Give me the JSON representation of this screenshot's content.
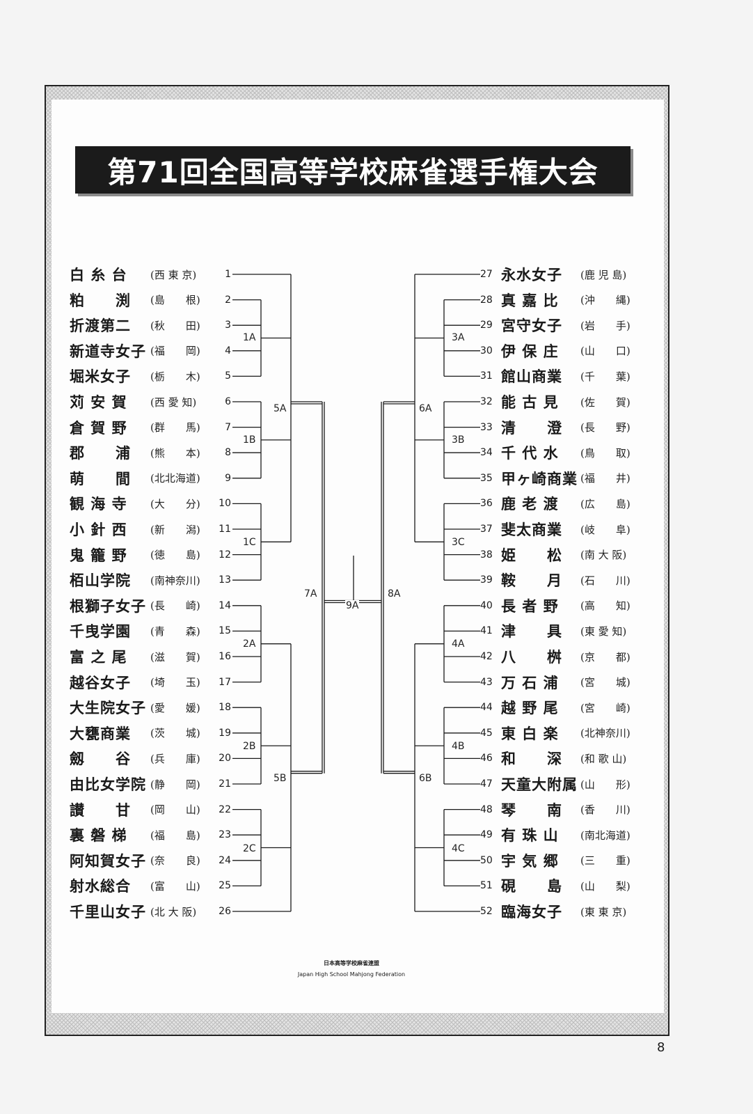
{
  "title": "第71回全国高等学校麻雀選手権大会",
  "teams_left": [
    {
      "num": "1",
      "name": "白 糸 台",
      "pref": "(西 東 京)"
    },
    {
      "num": "2",
      "name": "粕　　渕",
      "pref": "(島　　根)"
    },
    {
      "num": "3",
      "name": "折渡第二",
      "pref": "(秋　　田)"
    },
    {
      "num": "4",
      "name": "新道寺女子",
      "pref": "(福　　岡)"
    },
    {
      "num": "5",
      "name": "堀米女子",
      "pref": "(栃　　木)"
    },
    {
      "num": "6",
      "name": "苅 安 賀",
      "pref": "(西 愛 知)"
    },
    {
      "num": "7",
      "name": "倉 賀 野",
      "pref": "(群　　馬)"
    },
    {
      "num": "8",
      "name": "郡　　浦",
      "pref": "(熊　　本)"
    },
    {
      "num": "9",
      "name": "萌　　間",
      "pref": "(北北海道)"
    },
    {
      "num": "10",
      "name": "観 海 寺",
      "pref": "(大　　分)"
    },
    {
      "num": "11",
      "name": "小 針 西",
      "pref": "(新　　潟)"
    },
    {
      "num": "12",
      "name": "鬼 籠 野",
      "pref": "(徳　　島)"
    },
    {
      "num": "13",
      "name": "栢山学院",
      "pref": "(南神奈川)"
    },
    {
      "num": "14",
      "name": "根獅子女子",
      "pref": "(長　　崎)"
    },
    {
      "num": "15",
      "name": "千曳学園",
      "pref": "(青　　森)"
    },
    {
      "num": "16",
      "name": "富 之 尾",
      "pref": "(滋　　賀)"
    },
    {
      "num": "17",
      "name": "越谷女子",
      "pref": "(埼　　玉)"
    },
    {
      "num": "18",
      "name": "大生院女子",
      "pref": "(愛　　媛)"
    },
    {
      "num": "19",
      "name": "大甕商業",
      "pref": "(茨　　城)"
    },
    {
      "num": "20",
      "name": "劔　　谷",
      "pref": "(兵　　庫)"
    },
    {
      "num": "21",
      "name": "由比女学院",
      "pref": "(静　　岡)"
    },
    {
      "num": "22",
      "name": "讃　　甘",
      "pref": "(岡　　山)"
    },
    {
      "num": "23",
      "name": "裏 磐 梯",
      "pref": "(福　　島)"
    },
    {
      "num": "24",
      "name": "阿知賀女子",
      "pref": "(奈　　良)"
    },
    {
      "num": "25",
      "name": "射水総合",
      "pref": "(富　　山)"
    },
    {
      "num": "26",
      "name": "千里山女子",
      "pref": "(北 大 阪)"
    }
  ],
  "teams_right": [
    {
      "num": "27",
      "name": "永水女子",
      "pref": "(鹿 児 島)"
    },
    {
      "num": "28",
      "name": "真 嘉 比",
      "pref": "(沖　　縄)"
    },
    {
      "num": "29",
      "name": "宮守女子",
      "pref": "(岩　　手)"
    },
    {
      "num": "30",
      "name": "伊 保 庄",
      "pref": "(山　　口)"
    },
    {
      "num": "31",
      "name": "館山商業",
      "pref": "(千　　葉)"
    },
    {
      "num": "32",
      "name": "能 古 見",
      "pref": "(佐　　賀)"
    },
    {
      "num": "33",
      "name": "清　　澄",
      "pref": "(長　　野)"
    },
    {
      "num": "34",
      "name": "千 代 水",
      "pref": "(鳥　　取)"
    },
    {
      "num": "35",
      "name": "甲ヶ崎商業",
      "pref": "(福　　井)"
    },
    {
      "num": "36",
      "name": "鹿 老 渡",
      "pref": "(広　　島)"
    },
    {
      "num": "37",
      "name": "斐太商業",
      "pref": "(岐　　阜)"
    },
    {
      "num": "38",
      "name": "姫　　松",
      "pref": "(南 大 阪)"
    },
    {
      "num": "39",
      "name": "鞍　　月",
      "pref": "(石　　川)"
    },
    {
      "num": "40",
      "name": "長 者 野",
      "pref": "(高　　知)"
    },
    {
      "num": "41",
      "name": "津　　具",
      "pref": "(東 愛 知)"
    },
    {
      "num": "42",
      "name": "八　　桝",
      "pref": "(京　　都)"
    },
    {
      "num": "43",
      "name": "万 石 浦",
      "pref": "(宮　　城)"
    },
    {
      "num": "44",
      "name": "越 野 尾",
      "pref": "(宮　　崎)"
    },
    {
      "num": "45",
      "name": "東 白 楽",
      "pref": "(北神奈川)"
    },
    {
      "num": "46",
      "name": "和　　深",
      "pref": "(和 歌 山)"
    },
    {
      "num": "47",
      "name": "天童大附属",
      "pref": "(山　　形)"
    },
    {
      "num": "48",
      "name": "琴　　南",
      "pref": "(香　　川)"
    },
    {
      "num": "49",
      "name": "有 珠 山",
      "pref": "(南北海道)"
    },
    {
      "num": "50",
      "name": "宇 気 郷",
      "pref": "(三　　重)"
    },
    {
      "num": "51",
      "name": "硯　　島",
      "pref": "(山　　梨)"
    },
    {
      "num": "52",
      "name": "臨海女子",
      "pref": "(東 東 京)"
    }
  ],
  "rounds": {
    "r1A": "1A",
    "r1B": "1B",
    "r1C": "1C",
    "r2A": "2A",
    "r2B": "2B",
    "r2C": "2C",
    "r3A": "3A",
    "r3B": "3B",
    "r3C": "3C",
    "r4A": "4A",
    "r4B": "4B",
    "r4C": "4C",
    "r5A": "5A",
    "r5B": "5B",
    "r6A": "6A",
    "r6B": "6B",
    "r7A": "7A",
    "r8A": "8A",
    "r9A": "9A"
  },
  "footer": {
    "org_jp": "日本高等学校麻雀連盟",
    "org_en": "Japan High School Mahjong Federation"
  },
  "page_number": "8"
}
